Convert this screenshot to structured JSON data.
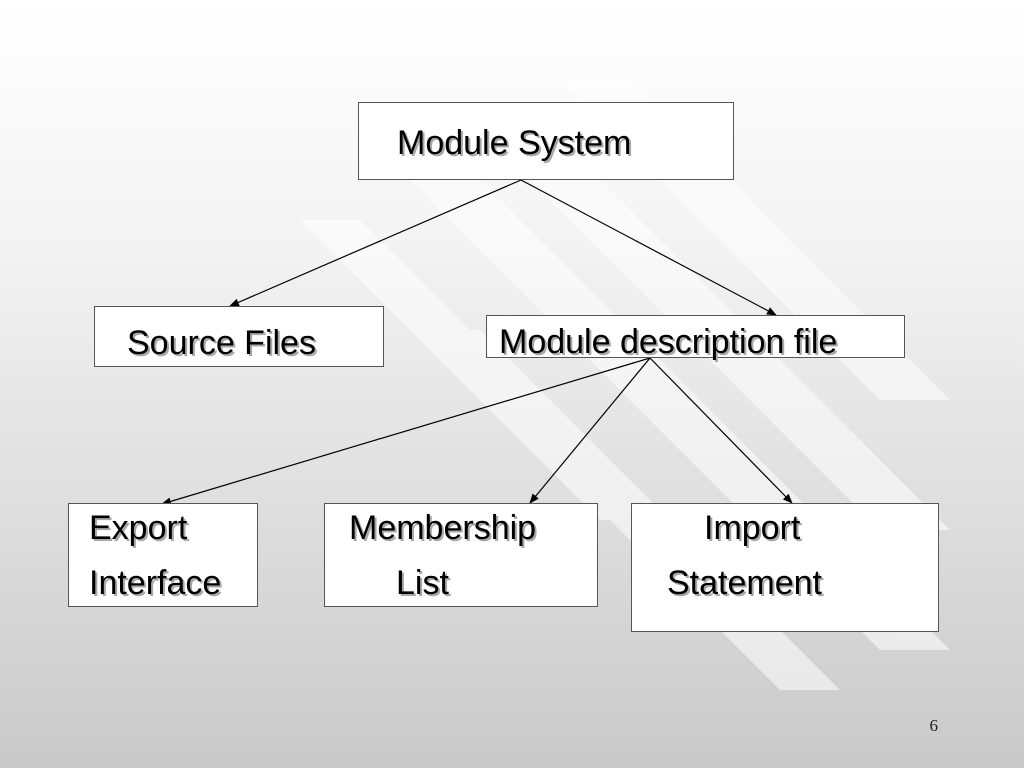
{
  "nodes": {
    "root": {
      "label": "Module System"
    },
    "source": {
      "label": "Source Files"
    },
    "description": {
      "label": "Module description file"
    },
    "export": {
      "line1": "Export",
      "line2": "Interface"
    },
    "membership": {
      "line1": "Membership",
      "line2": "List"
    },
    "import": {
      "line1": "Import",
      "line2": "Statement"
    }
  },
  "edges": [
    {
      "from": "root",
      "to": "source"
    },
    {
      "from": "root",
      "to": "description"
    },
    {
      "from": "description",
      "to": "export"
    },
    {
      "from": "description",
      "to": "membership"
    },
    {
      "from": "description",
      "to": "import"
    }
  ],
  "slide_number": "6"
}
